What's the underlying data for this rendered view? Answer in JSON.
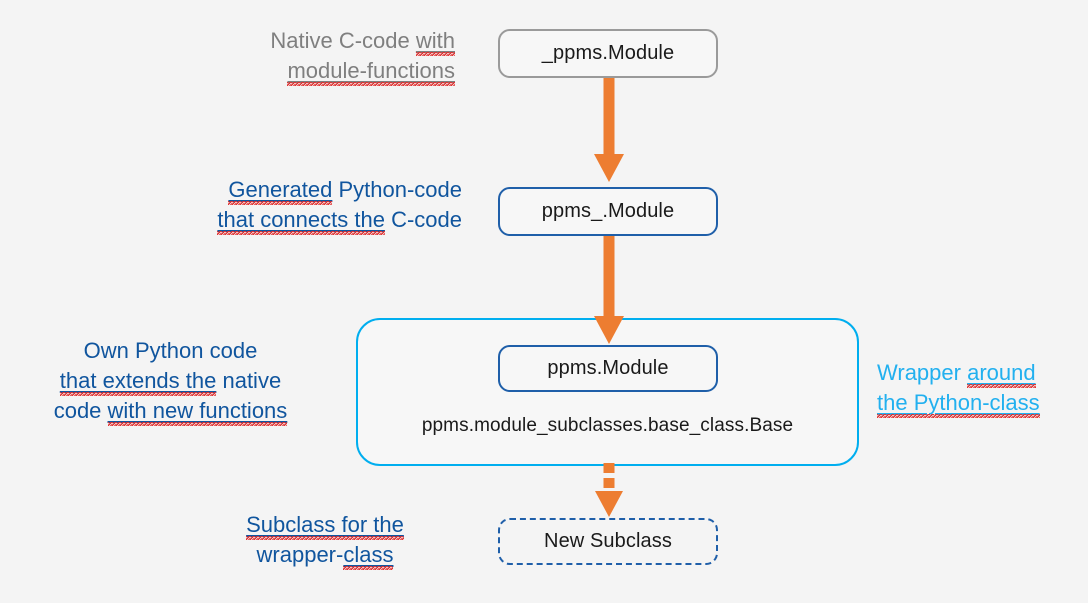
{
  "diagram": {
    "title": "PPMS module wrapping architecture",
    "background_color": "#f4f4f4",
    "colors": {
      "arrow_orange": "#ED7D31",
      "box_blue": "#1F5FA9",
      "wrapper_cyan": "#00AEEF",
      "label_gray": "#7F7F7F",
      "label_navy": "#10559E",
      "label_cyan": "#22B0EF",
      "spellcheck_red": "#E03131"
    }
  },
  "nodes": {
    "native_module": {
      "label": "_ppms.Module",
      "border_style": "solid",
      "border_color": "#9A9A9A"
    },
    "generated_module": {
      "label": "ppms_.Module",
      "border_style": "solid",
      "border_color": "#1F5FA9"
    },
    "wrapper_module": {
      "label": "ppms.Module",
      "border_style": "solid",
      "border_color": "#1F5FA9"
    },
    "base_class": {
      "label": "ppms.module_subclasses.base_class.Base"
    },
    "new_subclass": {
      "label": "New Subclass",
      "border_style": "dashed",
      "border_color": "#1F5FA9"
    }
  },
  "wrapper": {
    "border_color": "#00AEEF",
    "border_style": "solid"
  },
  "labels": {
    "native": {
      "line1_plain": "Native C-code ",
      "line1_underlined": "with",
      "line2_underlined": "module-functions",
      "color": "#7F7F7F"
    },
    "generated": {
      "line1_underlined": "Generated",
      "line1_plain": " Python-code",
      "line2_underlined": "that connects the",
      "line2_plain": " C-code",
      "color": "#10559E"
    },
    "own_code": {
      "line1": "Own Python code",
      "line2_underlined": "that extends the",
      "line2_plain": " native",
      "line3_plain": "code ",
      "line3_underlined": "with new functions",
      "color": "#10559E"
    },
    "wrapper_note": {
      "line1_plain": "Wrapper ",
      "line1_underlined": "around",
      "line2_underlined": "the Python-class",
      "color": "#22B0EF"
    },
    "subclass_note": {
      "line1_underlined": "Subclass for the",
      "line2_plain": "wrapper-",
      "line2_underlined": "class",
      "color": "#10559E"
    }
  },
  "arrows": [
    {
      "name": "native-to-generated",
      "style": "solid",
      "color": "#ED7D31"
    },
    {
      "name": "generated-to-wrapper",
      "style": "solid",
      "color": "#ED7D31"
    },
    {
      "name": "wrapper-to-subclass",
      "style": "dotted",
      "color": "#ED7D31"
    }
  ]
}
